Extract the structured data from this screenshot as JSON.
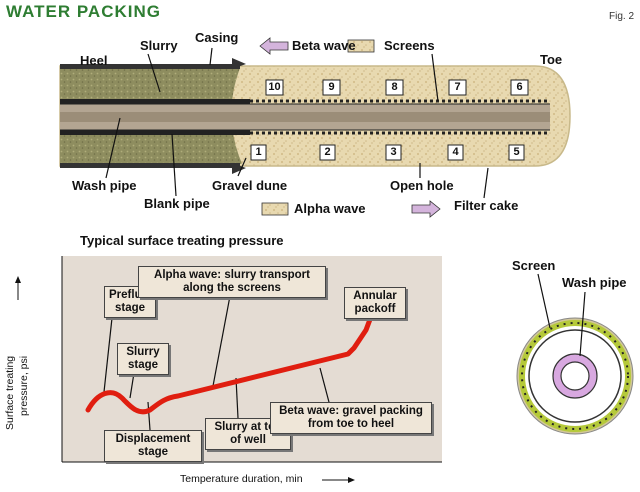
{
  "title": "WATER PACKING",
  "fig": "Fig. 2",
  "wellbore": {
    "heel": "Heel",
    "toe": "Toe",
    "slurry": "Slurry",
    "casing": "Casing",
    "beta_wave": "Beta wave",
    "screens": "Screens",
    "wash_pipe": "Wash pipe",
    "blank_pipe": "Blank pipe",
    "gravel_dune": "Gravel dune",
    "open_hole": "Open hole",
    "filter_cake": "Filter cake",
    "alpha_wave": "Alpha wave",
    "top_numbers": [
      "10",
      "9",
      "8",
      "7",
      "6"
    ],
    "bottom_numbers": [
      "1",
      "2",
      "3",
      "4",
      "5"
    ]
  },
  "pressure_chart": {
    "title": "Typical surface treating pressure",
    "xlabel": "Temperature duration, min",
    "ylabel_line1": "Surface treating",
    "ylabel_line2": "pressure, psi",
    "annotations": {
      "preflush_1": "Preflush",
      "preflush_2": "stage",
      "slurry_1": "Slurry",
      "slurry_2": "stage",
      "alpha_1": "Alpha wave: slurry transport",
      "alpha_2": "along the screens",
      "annular_1": "Annular",
      "annular_2": "packoff",
      "displacement_1": "Displacement",
      "displacement_2": "stage",
      "slurry_toe_1": "Slurry at toe",
      "slurry_toe_2": "of well",
      "beta_1": "Beta wave: gravel packing",
      "beta_2": "from toe to heel"
    },
    "line_color": "#e01e10"
  },
  "cross_section": {
    "screen": "Screen",
    "wash_pipe": "Wash pipe"
  },
  "colors": {
    "title": "#2e7d32",
    "gravel": "#e8d9b0",
    "slurry": "#8a8a5a",
    "chart_bg": "#e4dcd3",
    "screen_ring": "#b5c93a",
    "pipe_ring": "#d8a8e0",
    "alpha_arrow": "#d4b4dc"
  }
}
